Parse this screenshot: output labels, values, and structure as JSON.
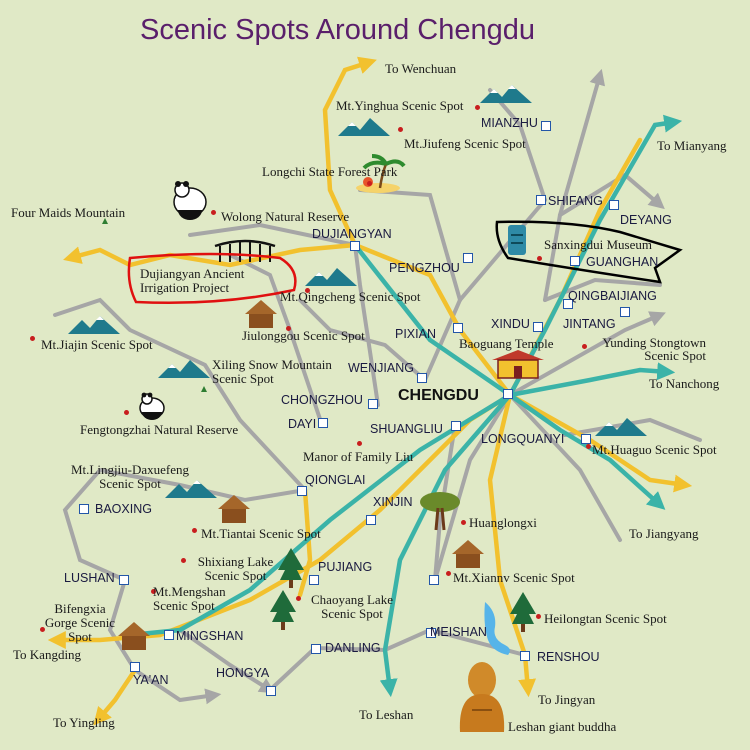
{
  "title": "Scenic Spots Around Chengdu",
  "center_city": "CHENGDU",
  "cities": {
    "mianzhu": "MIANZHU",
    "shifang": "SHIFANG",
    "deyang": "DEYANG",
    "dujiangyan": "DUJIANGYAN",
    "guanghan": "GUANGHAN",
    "pengzhou": "PENGZHOU",
    "qingbaijiang": "QINGBAIJIANG",
    "xindu": "XINDU",
    "jintang": "JINTANG",
    "pixian": "PIXIAN",
    "wenjiang": "WENJIANG",
    "chongzhou": "CHONGZHOU",
    "dayi": "DAYI",
    "shuangliu": "SHUANGLIU",
    "longquanyi": "LONGQUANYI",
    "qionglai": "QIONGLAI",
    "xinjin": "XINJIN",
    "baoxing": "BAOXING",
    "lushan": "LUSHAN",
    "pujiang": "PUJIANG",
    "mingshan": "MINGSHAN",
    "yaan": "YA'AN",
    "danling": "DANLING",
    "meishan": "MEISHAN",
    "renshou": "RENSHOU",
    "hongya": "HONGYA"
  },
  "destinations": {
    "wenchuan": "To Wenchuan",
    "mianyang": "To Mianyang",
    "nanchong": "To Nanchong",
    "jiangyang": "To Jiangyang",
    "jingyan": "To Jingyan",
    "leshan": "To Leshan",
    "kangding": "To Kangding",
    "yingling": "To Yingling"
  },
  "spots": {
    "yinghua": "Mt.Yinghua Scenic Spot",
    "jiufeng": "Mt.Jiufeng Scenic Spot",
    "longchi": "Longchi State Forest Park",
    "four_maids": "Four Maids Mountain",
    "wolong": "Wolong Natural Reserve",
    "dujiangyan_irrigation": "Dujiangyan Ancient Irrigation Project",
    "qingcheng": "Mt.Qingcheng Scenic Spot",
    "jiulonggou": "Jiulonggou Scenic Spot",
    "jiajin": "Mt.Jiajin Scenic Spot",
    "xiling": "Xiling Snow Mountain Scenic Spot",
    "fengtongzhai": "Fengtongzhai Natural Reserve",
    "sanxingdui": "Sanxingdui Museum",
    "baoguang": "Baoguang Temple",
    "yunding": "Yunding Stongtown Scenic Spot",
    "family_liu": "Manor of Family Liu",
    "huaguo": "Mt.Huaguo Scenic Spot",
    "lingjiu": "Mt.Lingjiu-Daxuefeng Scenic Spot",
    "tiantai": "Mt.Tiantai Scenic Spot",
    "huanglongxi": "Huanglongxi",
    "shixiang": "Shixiang Lake Scenic Spot",
    "xiannv": "Mt.Xiannv Scenic Spot",
    "mengshan": "Mt.Mengshan Scenic Spot",
    "chaoyang": "Chaoyang Lake Scenic Spot",
    "bifengxia": "Bifengxia Gorge Scenic Spot",
    "heilongtan": "Heilongtan Scenic Spot",
    "leshan_buddha": "Leshan giant buddha"
  },
  "colors": {
    "background": "#e0e9c6",
    "highway": "#f2c12e",
    "railway": "#3bb3a8",
    "road": "#a6a6a6",
    "city_marker": "#2356a8",
    "spot_marker": "#c81e1e",
    "title": "#5a1f6b",
    "annotation_red": "#e01010",
    "annotation_black": "#000000"
  }
}
